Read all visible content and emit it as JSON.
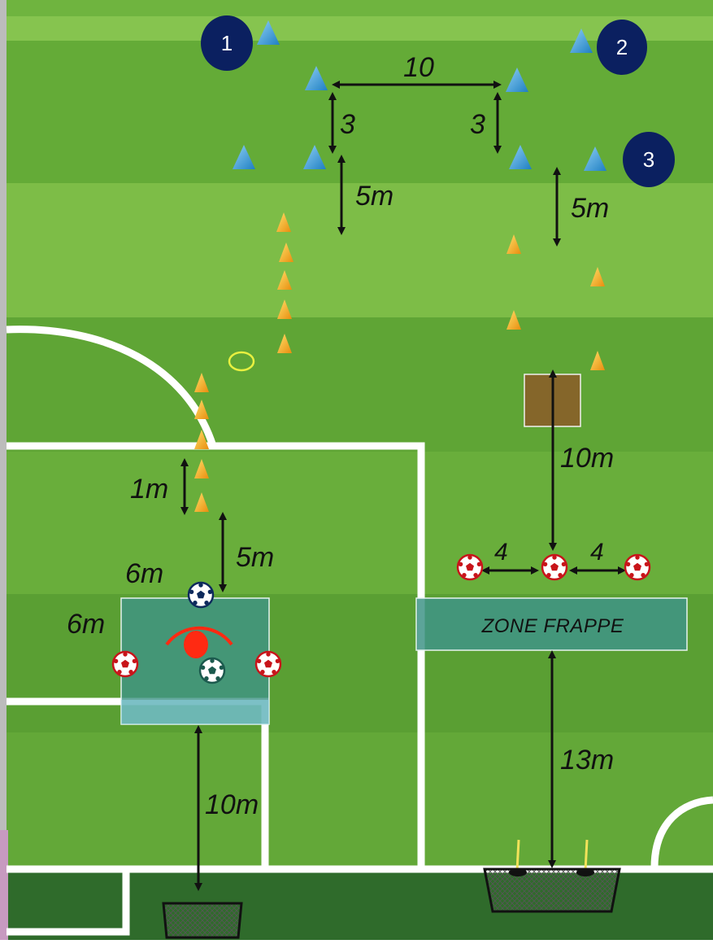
{
  "stations": [
    {
      "id": "station-1",
      "label": "1"
    },
    {
      "id": "station-2",
      "label": "2"
    },
    {
      "id": "station-3",
      "label": "3"
    }
  ],
  "distances": {
    "top_width": "10",
    "top_left_gap": "3",
    "top_right_gap": "3",
    "left_run": "5m",
    "right_run": "5m",
    "cone_spacing": "1m",
    "left_to_box": "5m",
    "box_width": "6m",
    "box_height": "6m",
    "left_to_goal": "10m",
    "right_to_balls": "10m",
    "ball_gap_left": "4",
    "ball_gap_right": "4",
    "zone_to_goal": "13m"
  },
  "zone_label": "ZONE FRAPPE",
  "colors": {
    "pitch_light": "#7cbd45",
    "pitch_dark": "#5ea23a",
    "blue_cone": "#3a9ad6",
    "orange_cone": "#f3a81d",
    "station_badge": "#0b2060",
    "zone_fill": "#3f9487",
    "player_red": "#ff2a12",
    "ball_red": "#c8141a",
    "ball_blue": "#0d2a5c"
  },
  "icons": {
    "cone_blue": "blue-cone-icon",
    "cone_orange": "orange-cone-icon",
    "ball": "soccer-ball-icon",
    "goal": "goal-icon",
    "player": "goalkeeper-icon",
    "ring": "ring-marker-icon"
  }
}
